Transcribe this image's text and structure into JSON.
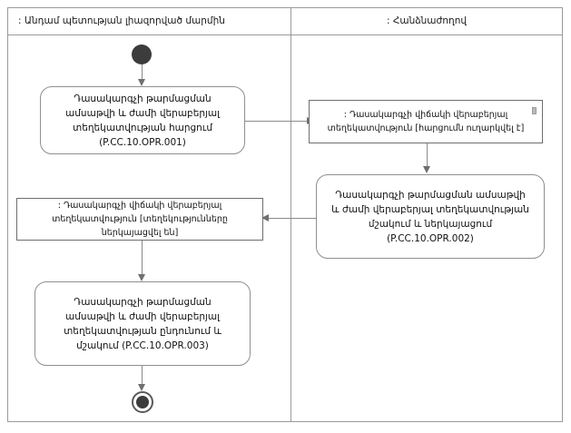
{
  "diagram": {
    "type": "uml-activity-diagram",
    "lanes": [
      {
        "id": "lane-left",
        "title": ": Անդամ պետության լիազորված մարմին"
      },
      {
        "id": "lane-right",
        "title": ": Հանձնաժողով"
      }
    ],
    "nodes": {
      "start": {
        "kind": "initial-node",
        "lane": "lane-left"
      },
      "activity_1": {
        "kind": "activity",
        "lane": "lane-left",
        "label": "Դասակարգչի թարմացման ամսաթվի և ժամի վերաբերյալ տեղեկատվության հարցում (P.CC.10.OPR.001)",
        "code": "P.CC.10.OPR.001"
      },
      "object_1": {
        "kind": "object-node",
        "lane": "lane-right",
        "label": ": Դասակարգչի վիճակի վերաբերյալ տեղեկատվություն [հարցումն ուղարկվել է]",
        "state": "հարցումն ուղարկվել է"
      },
      "activity_2": {
        "kind": "activity",
        "lane": "lane-right",
        "label": "Դասակարգչի թարմացման ամսաթվի և ժամի վերաբերյալ տեղեկատվության մշակում և ներկայացում (P.CC.10.OPR.002)",
        "code": "P.CC.10.OPR.002"
      },
      "object_2": {
        "kind": "object-node",
        "lane": "lane-left",
        "label": ": Դասակարգչի վիճակի վերաբերյալ տեղեկատվություն [տեղեկությունները ներկայացվել են]",
        "state": "տեղեկությունները ներկայացվել են"
      },
      "activity_3": {
        "kind": "activity",
        "lane": "lane-left",
        "label": "Դասակարգչի թարմացման ամսաթվի և ժամի վերաբերյալ տեղեկատվության ընդունում և մշակում (P.CC.10.OPR.003)",
        "code": "P.CC.10.OPR.003"
      },
      "end": {
        "kind": "final-node",
        "lane": "lane-left"
      }
    },
    "edges": [
      {
        "from": "start",
        "to": "activity_1",
        "direction": "down"
      },
      {
        "from": "activity_1",
        "to": "object_1",
        "direction": "right"
      },
      {
        "from": "object_1",
        "to": "activity_2",
        "direction": "down"
      },
      {
        "from": "activity_2",
        "to": "object_2",
        "direction": "left"
      },
      {
        "from": "object_2",
        "to": "activity_3",
        "direction": "down"
      },
      {
        "from": "activity_3",
        "to": "end",
        "direction": "down"
      }
    ],
    "colors": {
      "frame": "#9a9a9a",
      "node_border": "#8f8f8f",
      "connector": "#8a8a8a",
      "node_fill": "#3c3c3c",
      "text": "#111111"
    }
  }
}
